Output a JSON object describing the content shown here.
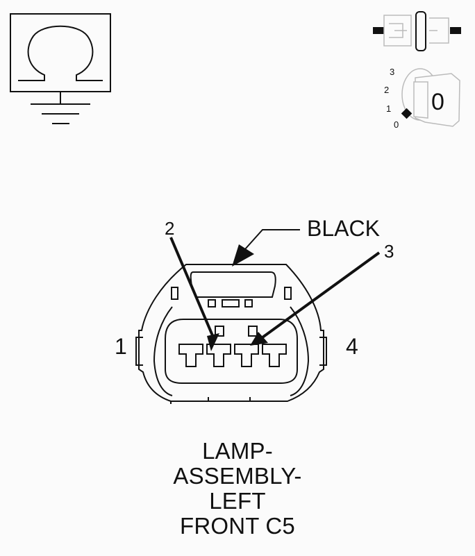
{
  "connector": {
    "color_label": "BLACK",
    "pins": {
      "pin1": "1",
      "pin2": "2",
      "pin3": "3",
      "pin4": "4"
    }
  },
  "ignition": {
    "positions": [
      "3",
      "2",
      "1",
      "0"
    ],
    "key_label": "0"
  },
  "title": {
    "lines": [
      "LAMP-",
      "ASSEMBLY-",
      "LEFT",
      "FRONT C5"
    ]
  },
  "icons": [
    "ohmmeter-icon",
    "ground-icon",
    "connector-unplugged-icon",
    "ignition-key-icon"
  ]
}
